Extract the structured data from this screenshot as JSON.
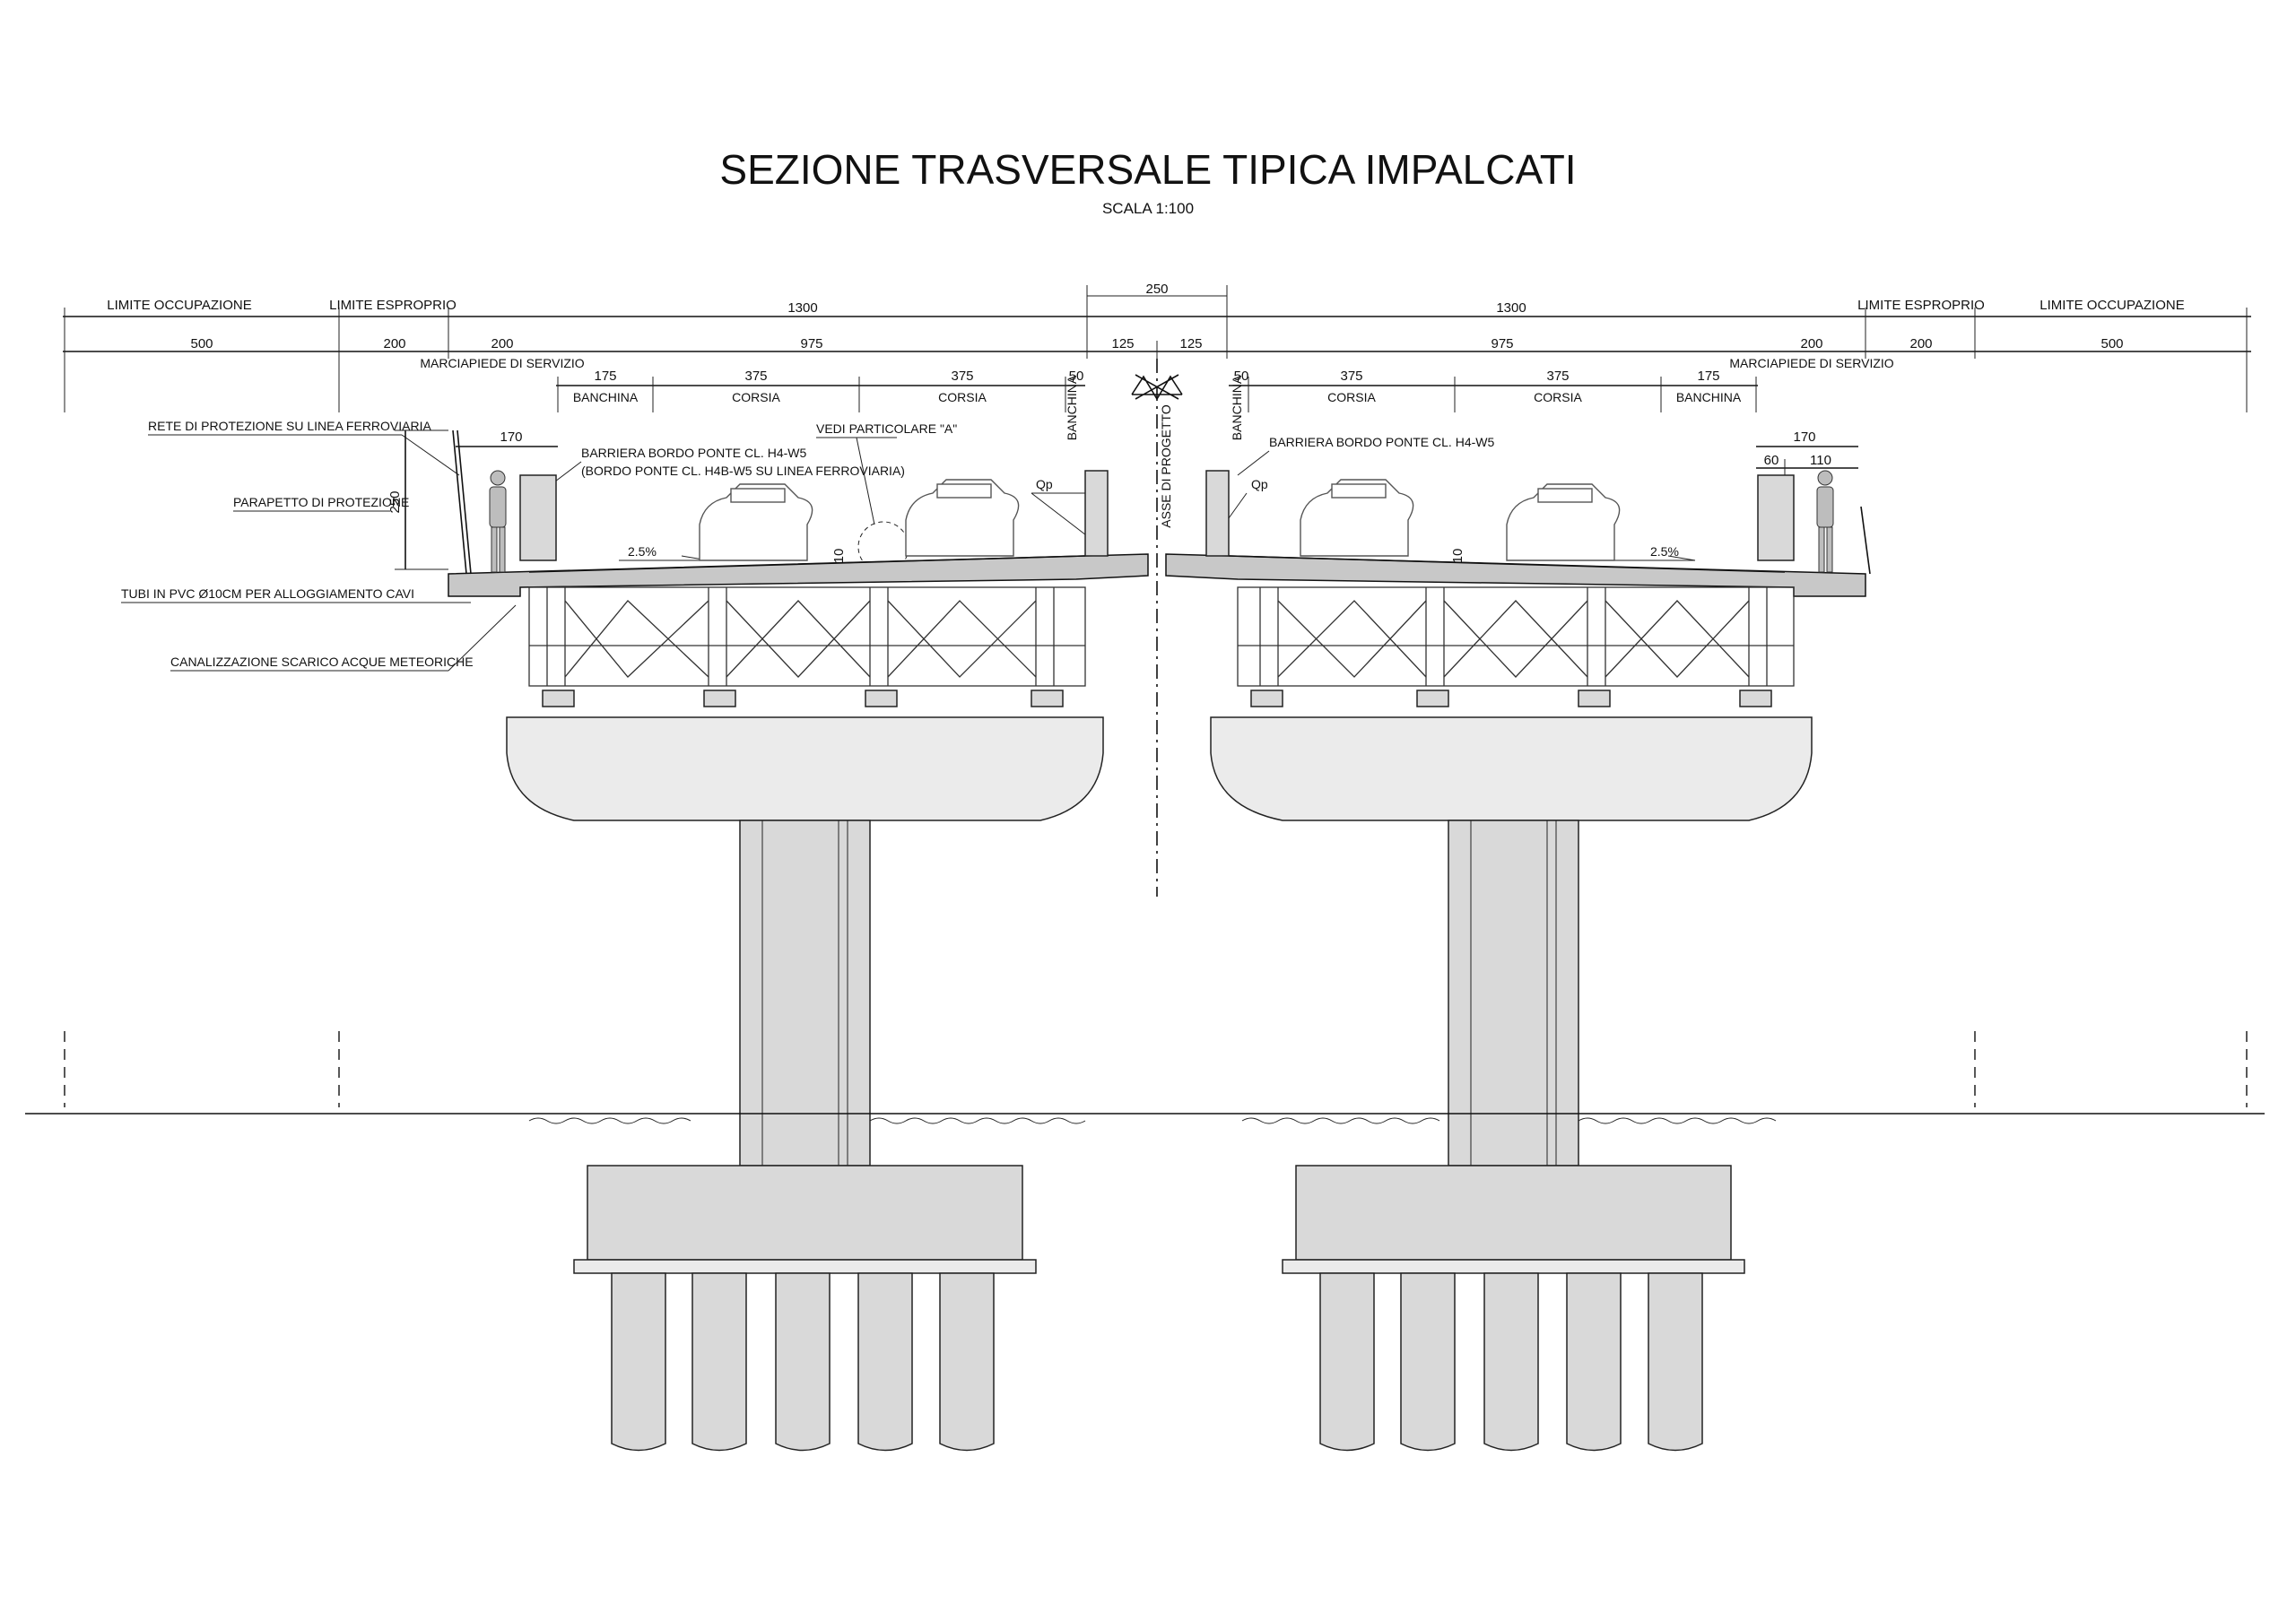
{
  "title": "SEZIONE TRASVERSALE TIPICA IMPALCATI",
  "scale": "SCALA 1:100",
  "top_dims": {
    "limite_occupazione": "LIMITE OCCUPAZIONE",
    "limite_esproprio": "LIMITE ESPROPRIO",
    "width_1300": "1300",
    "median_250": "250",
    "v500": "500",
    "v200": "200",
    "v975": "975",
    "v125": "125",
    "v175": "175",
    "v375": "375",
    "v50": "50",
    "v170": "170",
    "v60": "60",
    "v110": "110",
    "v250": "250",
    "v10": "10"
  },
  "zones": {
    "marciapiede": "MARCIAPIEDE DI SERVIZIO",
    "banchina": "BANCHINA",
    "corsia": "CORSIA"
  },
  "axis_label": "ASSE DI PROGETTO",
  "callouts": {
    "rete": "RETE DI PROTEZIONE SU LINEA FERROVIARIA",
    "parapetto": "PARAPETTO DI PROTEZIONE",
    "tubi": "TUBI IN PVC Ø10CM PER ALLOGGIAMENTO CAVI",
    "canalizzazione": "CANALIZZAZIONE SCARICO ACQUE METEORICHE",
    "barriera_left_1": "BARRIERA BORDO PONTE CL. H4-W5",
    "barriera_left_2": "(BORDO PONTE CL. H4B-W5 SU LINEA FERROVIARIA)",
    "barriera_right": "BARRIERA BORDO PONTE CL. H4-W5",
    "vedi": "VEDI PARTICOLARE \"A\"",
    "qp": "Qp",
    "slope": "2.5%"
  },
  "colors": {
    "line": "#111111",
    "concrete": "#d9d9d9",
    "gravel": "#ebebeb"
  }
}
